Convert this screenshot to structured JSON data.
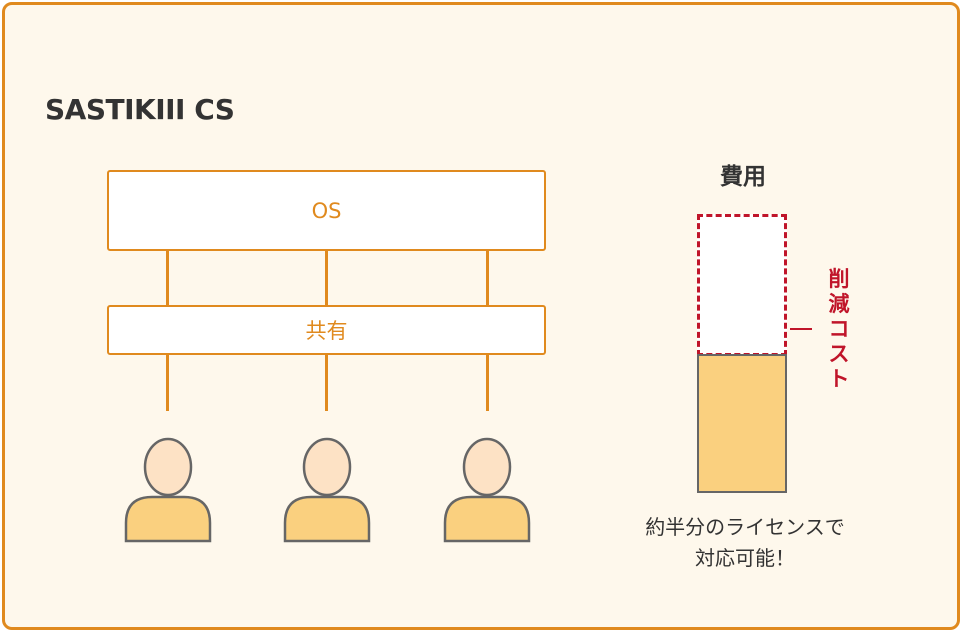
{
  "title": "SASTIKIII CS",
  "diagram": {
    "os_label": "OS",
    "shared_label": "共有",
    "users": [
      {
        "icon": "user-icon"
      },
      {
        "icon": "user-icon"
      },
      {
        "icon": "user-icon"
      }
    ]
  },
  "cost": {
    "label": "費用",
    "reduced_chars": [
      "削",
      "減",
      "コ",
      "ス",
      "ト"
    ],
    "caption_line1": "約半分のライセンスで",
    "caption_line2": "対応可能！"
  },
  "colors": {
    "accent": "#e08a1e",
    "background": "#fef8ec",
    "cost_fill": "#fad07f",
    "reduction": "#c0152a",
    "user_face": "#fde2c5",
    "user_body": "#fad07f"
  }
}
